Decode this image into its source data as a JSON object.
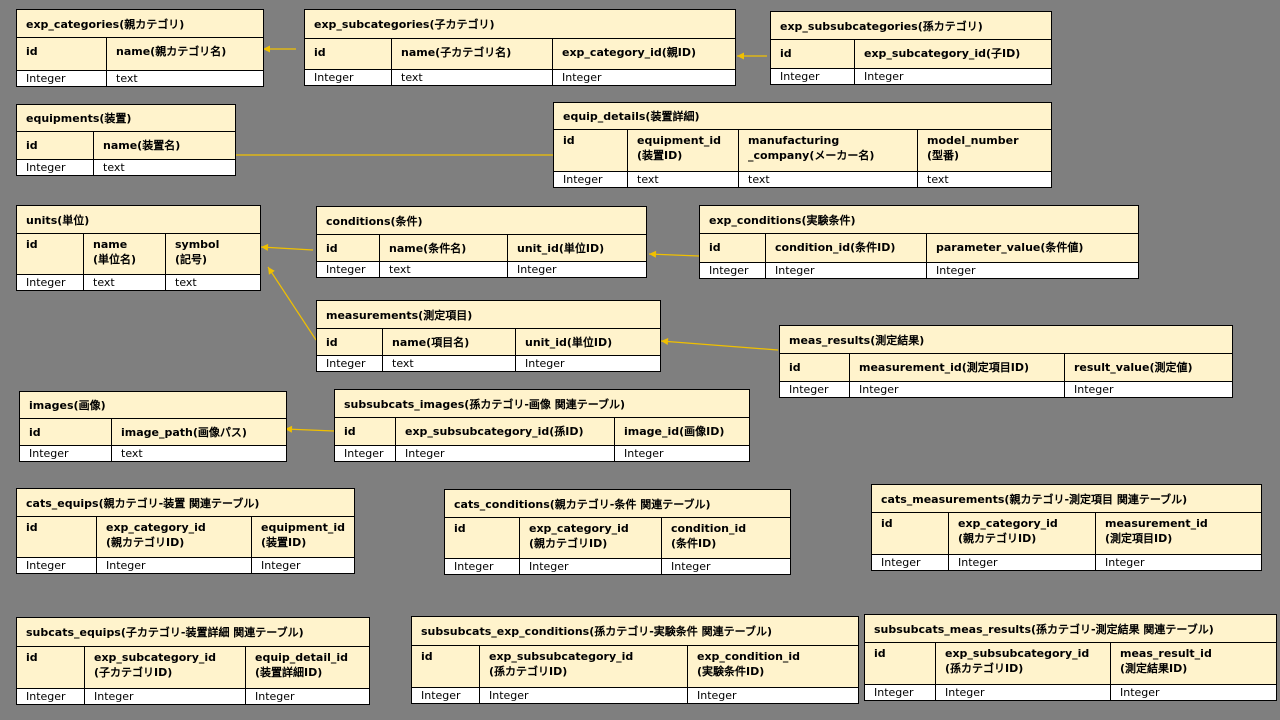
{
  "colors": {
    "background": "#7f7f7f",
    "header_fill": "#fff3cc",
    "connector": "#f0c000"
  },
  "tables": [
    {
      "id": "exp_categories",
      "title": "exp_categories(親カテゴリ)",
      "columns": [
        {
          "name": "id",
          "type": "Integer"
        },
        {
          "name": "name(親カテゴリ名)",
          "type": "text"
        }
      ]
    },
    {
      "id": "exp_subcategories",
      "title": "exp_subcategories(子カテゴリ)",
      "columns": [
        {
          "name": "id",
          "type": "Integer"
        },
        {
          "name": "name(子カテゴリ名)",
          "type": "text"
        },
        {
          "name": "exp_category_id(親ID)",
          "type": "Integer"
        }
      ]
    },
    {
      "id": "exp_subsubcategories",
      "title": "exp_subsubcategories(孫カテゴリ)",
      "columns": [
        {
          "name": "id",
          "type": "Integer"
        },
        {
          "name": "exp_subcategory_id(子ID)",
          "type": "Integer"
        }
      ]
    },
    {
      "id": "equipments",
      "title": "equipments(装置)",
      "columns": [
        {
          "name": "id",
          "type": "Integer"
        },
        {
          "name": "name(装置名)",
          "type": "text"
        }
      ]
    },
    {
      "id": "equip_details",
      "title": "equip_details(装置詳細)",
      "columns": [
        {
          "name": "id",
          "type": "Integer"
        },
        {
          "name": "equipment_id\n(装置ID)",
          "type": "text"
        },
        {
          "name": "manufacturing\n_company(メーカー名)",
          "type": "text"
        },
        {
          "name": "model_number\n(型番)",
          "type": "text"
        }
      ]
    },
    {
      "id": "units",
      "title": "units(単位)",
      "columns": [
        {
          "name": "id",
          "type": "Integer"
        },
        {
          "name": "name\n(単位名)",
          "type": "text"
        },
        {
          "name": "symbol\n(記号)",
          "type": "text"
        }
      ]
    },
    {
      "id": "conditions",
      "title": "conditions(条件)",
      "columns": [
        {
          "name": "id",
          "type": "Integer"
        },
        {
          "name": "name(条件名)",
          "type": "text"
        },
        {
          "name": "unit_id(単位ID)",
          "type": "Integer"
        }
      ]
    },
    {
      "id": "exp_conditions",
      "title": "exp_conditions(実験条件)",
      "columns": [
        {
          "name": "id",
          "type": "Integer"
        },
        {
          "name": "condition_id(条件ID)",
          "type": "Integer"
        },
        {
          "name": "parameter_value(条件値)",
          "type": "Integer"
        }
      ]
    },
    {
      "id": "measurements",
      "title": "measurements(測定項目)",
      "columns": [
        {
          "name": "id",
          "type": "Integer"
        },
        {
          "name": "name(項目名)",
          "type": "text"
        },
        {
          "name": "unit_id(単位ID)",
          "type": "Integer"
        }
      ]
    },
    {
      "id": "meas_results",
      "title": "meas_results(測定結果)",
      "columns": [
        {
          "name": "id",
          "type": "Integer"
        },
        {
          "name": "measurement_id(測定項目ID)",
          "type": "Integer"
        },
        {
          "name": "result_value(測定値)",
          "type": "Integer"
        }
      ]
    },
    {
      "id": "images",
      "title": "images(画像)",
      "columns": [
        {
          "name": "id",
          "type": "Integer"
        },
        {
          "name": "image_path(画像パス)",
          "type": "text"
        }
      ]
    },
    {
      "id": "subsubcats_images",
      "title": "subsubcats_images(孫カテゴリ-画像 関連テーブル)",
      "columns": [
        {
          "name": "id",
          "type": "Integer"
        },
        {
          "name": "exp_subsubcategory_id(孫ID)",
          "type": "Integer"
        },
        {
          "name": "image_id(画像ID)",
          "type": "Integer"
        }
      ]
    },
    {
      "id": "cats_equips",
      "title": "cats_equips(親カテゴリ-装置 関連テーブル)",
      "columns": [
        {
          "name": "id",
          "type": "Integer"
        },
        {
          "name": "exp_category_id\n(親カテゴリID)",
          "type": "Integer"
        },
        {
          "name": "equipment_id\n(装置ID)",
          "type": "Integer"
        }
      ]
    },
    {
      "id": "cats_conditions",
      "title": "cats_conditions(親カテゴリ-条件 関連テーブル)",
      "columns": [
        {
          "name": "id",
          "type": "Integer"
        },
        {
          "name": "exp_category_id\n(親カテゴリID)",
          "type": "Integer"
        },
        {
          "name": "condition_id\n(条件ID)",
          "type": "Integer"
        }
      ]
    },
    {
      "id": "cats_measurements",
      "title": "cats_measurements(親カテゴリ-測定項目 関連テーブル)",
      "columns": [
        {
          "name": "id",
          "type": "Integer"
        },
        {
          "name": "exp_category_id\n(親カテゴリID)",
          "type": "Integer"
        },
        {
          "name": "measurement_id\n(測定項目ID)",
          "type": "Integer"
        }
      ]
    },
    {
      "id": "subcats_equips",
      "title": "subcats_equips(子カテゴリ-装置詳細 関連テーブル)",
      "columns": [
        {
          "name": "id",
          "type": "Integer"
        },
        {
          "name": "exp_subcategory_id\n(子カテゴリID)",
          "type": "Integer"
        },
        {
          "name": "equip_detail_id\n(装置詳細ID)",
          "type": "Integer"
        }
      ]
    },
    {
      "id": "subsubcats_exp_conditions",
      "title": "subsubcats_exp_conditions(孫カテゴリ-実験条件 関連テーブル)",
      "columns": [
        {
          "name": "id",
          "type": "Integer"
        },
        {
          "name": "exp_subsubcategory_id\n(孫カテゴリID)",
          "type": "Integer"
        },
        {
          "name": "exp_condition_id\n(実験条件ID)",
          "type": "Integer"
        }
      ]
    },
    {
      "id": "subsubcats_meas_results",
      "title": "subsubcats_meas_results(孫カテゴリ-測定結果 関連テーブル)",
      "columns": [
        {
          "name": "id",
          "type": "Integer"
        },
        {
          "name": "exp_subsubcategory_id\n(孫カテゴリID)",
          "type": "Integer"
        },
        {
          "name": "meas_result_id\n(測定結果ID)",
          "type": "Integer"
        }
      ]
    }
  ],
  "relations": [
    {
      "from": "exp_subcategories",
      "to": "exp_categories"
    },
    {
      "from": "exp_subsubcategories",
      "to": "exp_subcategories"
    },
    {
      "from": "equip_details",
      "to": "equipments"
    },
    {
      "from": "conditions",
      "to": "units"
    },
    {
      "from": "measurements",
      "to": "units"
    },
    {
      "from": "exp_conditions",
      "to": "conditions"
    },
    {
      "from": "meas_results",
      "to": "measurements"
    },
    {
      "from": "subsubcats_images",
      "to": "images"
    }
  ]
}
